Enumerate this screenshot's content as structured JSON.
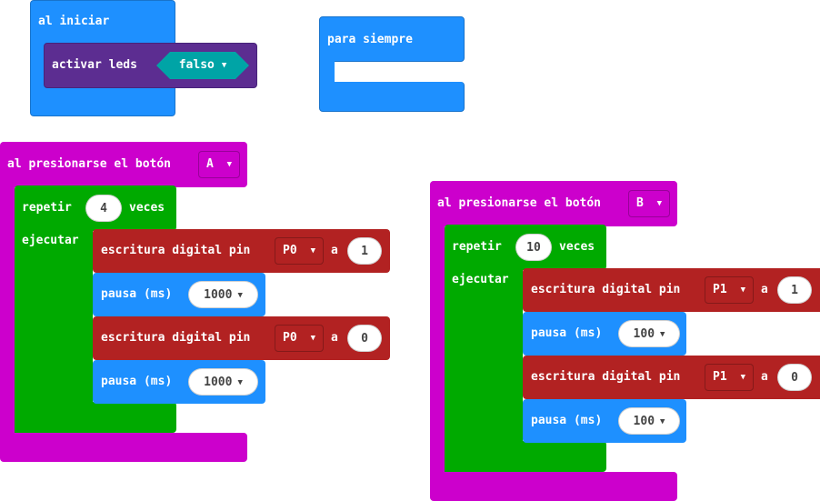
{
  "colors": {
    "events": "#cc00cc",
    "basic": "#1e90ff",
    "loops": "#00aa00",
    "pins": "#b22222",
    "led": "#5c2d91",
    "logic": "#00a4a6"
  },
  "on_start": {
    "label": "al iniciar",
    "block": {
      "label": "activar leds",
      "value": "falso"
    }
  },
  "forever": {
    "label": "para siempre"
  },
  "button_a": {
    "label": "al presionarse el botón",
    "button": "A",
    "repeat": {
      "label": "repetir",
      "count": "4",
      "times": "veces",
      "do": "ejecutar"
    },
    "steps": [
      {
        "type": "digital",
        "label": "escritura digital pin",
        "pin": "P0",
        "to": "a",
        "value": "1"
      },
      {
        "type": "pause",
        "label": "pausa (ms)",
        "value": "1000"
      },
      {
        "type": "digital",
        "label": "escritura digital pin",
        "pin": "P0",
        "to": "a",
        "value": "0"
      },
      {
        "type": "pause",
        "label": "pausa (ms)",
        "value": "1000"
      }
    ]
  },
  "button_b": {
    "label": "al presionarse el botón",
    "button": "B",
    "repeat": {
      "label": "repetir",
      "count": "10",
      "times": "veces",
      "do": "ejecutar"
    },
    "steps": [
      {
        "type": "digital",
        "label": "escritura digital pin",
        "pin": "P1",
        "to": "a",
        "value": "1"
      },
      {
        "type": "pause",
        "label": "pausa (ms)",
        "value": "100"
      },
      {
        "type": "digital",
        "label": "escritura digital pin",
        "pin": "P1",
        "to": "a",
        "value": "0"
      },
      {
        "type": "pause",
        "label": "pausa (ms)",
        "value": "100"
      }
    ]
  }
}
